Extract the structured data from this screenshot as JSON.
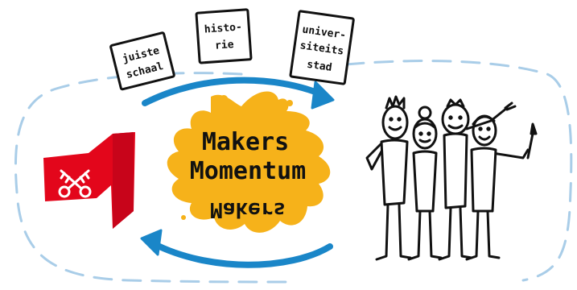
{
  "cards": {
    "left": {
      "line1": "juiste",
      "line2": "schaal"
    },
    "middle": {
      "line1": "histo-",
      "line2": "rie"
    },
    "right": {
      "line1": "univer-",
      "line2": "siteits",
      "line3": "stad"
    }
  },
  "center": {
    "line1": "Makers",
    "line2": "Momentum",
    "line3": "Makers"
  },
  "colors": {
    "accent_blue": "#1a86c8",
    "dash_blue": "#a9cde8",
    "splash_yellow": "#f6b21a",
    "logo_red": "#e3061b"
  },
  "icons": [
    "leuven-logo-icon",
    "keys-icon",
    "people-group-icon",
    "paintbrush-icon"
  ]
}
